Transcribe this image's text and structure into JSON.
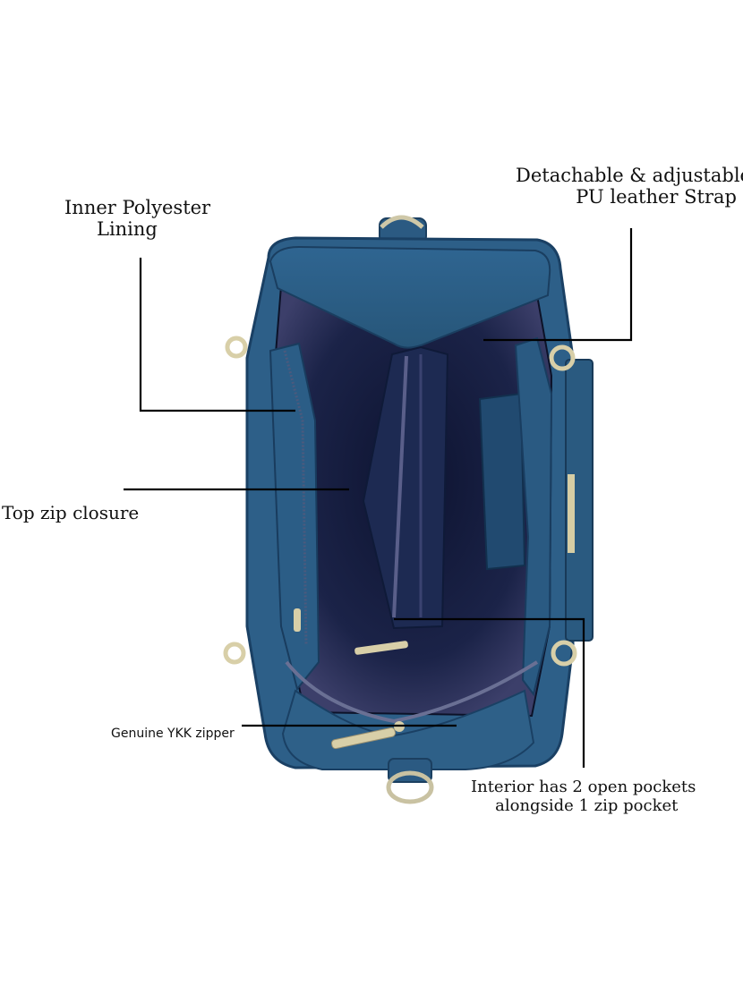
{
  "annotations": {
    "lining": {
      "line1": "Inner Polyester",
      "line2": "Lining"
    },
    "strap": {
      "line1": "Detachable & adjustable",
      "line2": "PU leather Strap"
    },
    "closure": {
      "text": "Top zip closure"
    },
    "zipper": {
      "text": "Genuine YKK zipper"
    },
    "pockets": {
      "line1": "Interior has 2 open pockets",
      "line2": "alongside 1 zip pocket"
    }
  },
  "colors": {
    "bag_blue": "#2d5f88",
    "bag_dark": "#173a5a",
    "lining_navy": "#141d3c",
    "lining_light": "#4a4d78",
    "hardware_gold": "#d8cfa8"
  }
}
